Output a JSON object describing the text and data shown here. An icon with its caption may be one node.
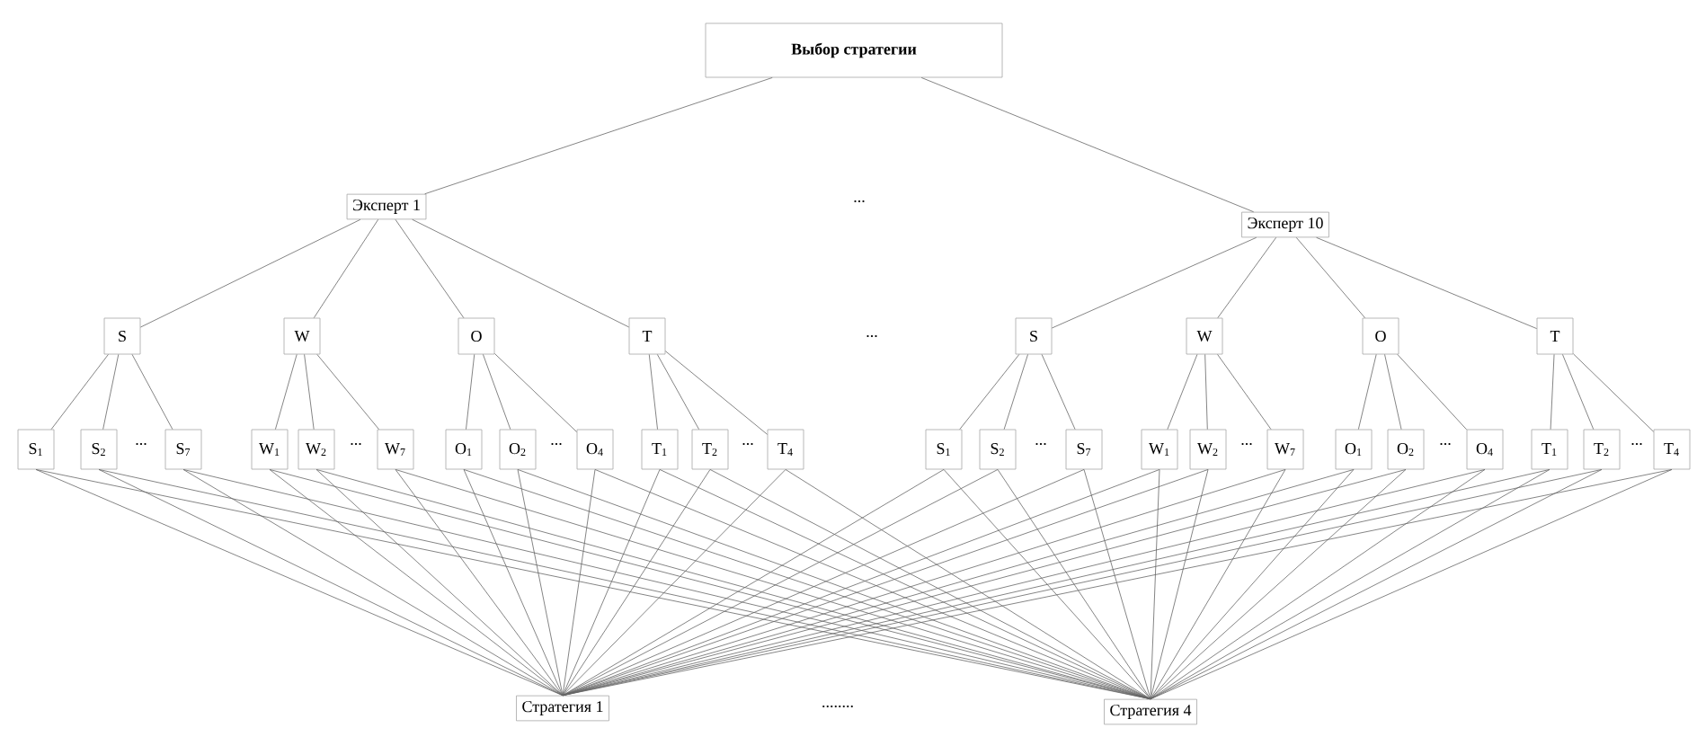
{
  "diagram": {
    "nodes": [
      {
        "text": [
          "Выбор стратегии"
        ]
      },
      {
        "text": [
          "Эксперт 1"
        ]
      },
      {
        "text": [
          "Эксперт 10"
        ]
      },
      {
        "text": [
          "S"
        ]
      },
      {
        "text": [
          "W"
        ]
      },
      {
        "text": [
          "O"
        ]
      },
      {
        "text": [
          "T"
        ]
      },
      {
        "text": [
          "S"
        ]
      },
      {
        "text": [
          "W"
        ]
      },
      {
        "text": [
          "O"
        ]
      },
      {
        "text": [
          "T"
        ]
      },
      {
        "text": [
          "S$_{1}$"
        ]
      },
      {
        "text": [
          "S$_{2}$"
        ]
      },
      {
        "text": [
          "S$_{7}$"
        ]
      },
      {
        "text": [
          "W$_{1}$"
        ]
      },
      {
        "text": [
          "W$_{2}$"
        ]
      },
      {
        "text": [
          "W$_{7}$"
        ]
      },
      {
        "text": [
          "O$_{1}$"
        ]
      },
      {
        "text": [
          "O$_{2}$"
        ]
      },
      {
        "text": [
          "O$_{4}$"
        ]
      },
      {
        "text": [
          "T$_{1}$"
        ]
      },
      {
        "text": [
          "T$_{2}$"
        ]
      },
      {
        "text": [
          "T$_{4}$"
        ]
      },
      {
        "text": [
          "S$_{1}$"
        ]
      },
      {
        "text": [
          "S$_{2}$"
        ]
      },
      {
        "text": [
          "S$_{7}$"
        ]
      },
      {
        "text": [
          "W$_{1}$"
        ]
      },
      {
        "text": [
          "W$_{2}$"
        ]
      },
      {
        "text": [
          "W$_{7}$"
        ]
      },
      {
        "text": [
          "O$_{1}$"
        ]
      },
      {
        "text": [
          "O$_{2}$"
        ]
      },
      {
        "text": [
          "O$_{4}$"
        ]
      },
      {
        "text": [
          "T$_{1}$"
        ]
      },
      {
        "text": [
          "T$_{2}$"
        ]
      },
      {
        "text": [
          "T$_{4}$"
        ]
      },
      {
        "text": [
          "Стратегия 1"
        ]
      },
      {
        "text": [
          "Стратегия 4"
        ]
      }
    ],
    "edges": [
      {
        "from": 0,
        "to": 1,
        "arrow": "none"
      },
      {
        "from": 0,
        "to": 2,
        "arrow": "none"
      },
      {
        "from": 1,
        "to": 3,
        "arrow": "none"
      },
      {
        "from": 1,
        "to": 4,
        "arrow": "none"
      },
      {
        "from": 1,
        "to": 5,
        "arrow": "none"
      },
      {
        "from": 1,
        "to": 6,
        "arrow": "none"
      },
      {
        "from": 2,
        "to": 7,
        "arrow": "none"
      },
      {
        "from": 2,
        "to": 8,
        "arrow": "none"
      },
      {
        "from": 2,
        "to": 9,
        "arrow": "none"
      },
      {
        "from": 2,
        "to": 10,
        "arrow": "none"
      },
      {
        "from": 3,
        "to": 11,
        "arrow": "none"
      },
      {
        "from": 3,
        "to": 12,
        "arrow": "none"
      },
      {
        "from": 3,
        "to": 13,
        "arrow": "none"
      },
      {
        "from": 4,
        "to": 14,
        "arrow": "none"
      },
      {
        "from": 4,
        "to": 15,
        "arrow": "none"
      },
      {
        "from": 4,
        "to": 16,
        "arrow": "none"
      },
      {
        "from": 5,
        "to": 17,
        "arrow": "none"
      },
      {
        "from": 5,
        "to": 18,
        "arrow": "none"
      },
      {
        "from": 5,
        "to": 19,
        "arrow": "none"
      },
      {
        "from": 6,
        "to": 20,
        "arrow": "none"
      },
      {
        "from": 6,
        "to": 21,
        "arrow": "none"
      },
      {
        "from": 6,
        "to": 22,
        "arrow": "none"
      },
      {
        "from": 7,
        "to": 23,
        "arrow": "none"
      },
      {
        "from": 7,
        "to": 24,
        "arrow": "none"
      },
      {
        "from": 7,
        "to": 25,
        "arrow": "none"
      },
      {
        "from": 8,
        "to": 26,
        "arrow": "none"
      },
      {
        "from": 8,
        "to": 27,
        "arrow": "none"
      },
      {
        "from": 8,
        "to": 28,
        "arrow": "none"
      },
      {
        "from": 9,
        "to": 29,
        "arrow": "none"
      },
      {
        "from": 9,
        "to": 30,
        "arrow": "none"
      },
      {
        "from": 9,
        "to": 31,
        "arrow": "none"
      },
      {
        "from": 10,
        "to": 32,
        "arrow": "none"
      },
      {
        "from": 10,
        "to": 33,
        "arrow": "none"
      },
      {
        "from": 10,
        "to": 34,
        "arrow": "none"
      },
      {
        "from": 11,
        "to": 35,
        "arrow": "none"
      },
      {
        "from": 11,
        "to": 36,
        "arrow": "none"
      },
      {
        "from": 12,
        "to": 35,
        "arrow": "none"
      },
      {
        "from": 12,
        "to": 36,
        "arrow": "none"
      },
      {
        "from": 13,
        "to": 35,
        "arrow": "none"
      },
      {
        "from": 13,
        "to": 36,
        "arrow": "none"
      },
      {
        "from": 14,
        "to": 35,
        "arrow": "none"
      },
      {
        "from": 14,
        "to": 36,
        "arrow": "none"
      },
      {
        "from": 15,
        "to": 35,
        "arrow": "none"
      },
      {
        "from": 15,
        "to": 36,
        "arrow": "none"
      },
      {
        "from": 16,
        "to": 35,
        "arrow": "none"
      },
      {
        "from": 16,
        "to": 36,
        "arrow": "none"
      },
      {
        "from": 17,
        "to": 35,
        "arrow": "none"
      },
      {
        "from": 17,
        "to": 36,
        "arrow": "none"
      },
      {
        "from": 18,
        "to": 35,
        "arrow": "none"
      },
      {
        "from": 18,
        "to": 36,
        "arrow": "none"
      },
      {
        "from": 19,
        "to": 35,
        "arrow": "none"
      },
      {
        "from": 19,
        "to": 36,
        "arrow": "none"
      },
      {
        "from": 20,
        "to": 35,
        "arrow": "none"
      },
      {
        "from": 20,
        "to": 36,
        "arrow": "none"
      },
      {
        "from": 21,
        "to": 35,
        "arrow": "none"
      },
      {
        "from": 21,
        "to": 36,
        "arrow": "none"
      },
      {
        "from": 22,
        "to": 35,
        "arrow": "none"
      },
      {
        "from": 22,
        "to": 36,
        "arrow": "none"
      },
      {
        "from": 23,
        "to": 35,
        "arrow": "none"
      },
      {
        "from": 23,
        "to": 36,
        "arrow": "none"
      },
      {
        "from": 24,
        "to": 35,
        "arrow": "none"
      },
      {
        "from": 24,
        "to": 36,
        "arrow": "none"
      },
      {
        "from": 25,
        "to": 35,
        "arrow": "none"
      },
      {
        "from": 25,
        "to": 36,
        "arrow": "none"
      },
      {
        "from": 26,
        "to": 35,
        "arrow": "none"
      },
      {
        "from": 26,
        "to": 36,
        "arrow": "none"
      },
      {
        "from": 27,
        "to": 35,
        "arrow": "none"
      },
      {
        "from": 27,
        "to": 36,
        "arrow": "none"
      },
      {
        "from": 28,
        "to": 35,
        "arrow": "none"
      },
      {
        "from": 28,
        "to": 36,
        "arrow": "none"
      },
      {
        "from": 29,
        "to": 35,
        "arrow": "none"
      },
      {
        "from": 29,
        "to": 36,
        "arrow": "none"
      },
      {
        "from": 30,
        "to": 35,
        "arrow": "none"
      },
      {
        "from": 30,
        "to": 36,
        "arrow": "none"
      },
      {
        "from": 31,
        "to": 35,
        "arrow": "none"
      },
      {
        "from": 31,
        "to": 36,
        "arrow": "none"
      },
      {
        "from": 32,
        "to": 35,
        "arrow": "none"
      },
      {
        "from": 32,
        "to": 36,
        "arrow": "none"
      },
      {
        "from": 33,
        "to": 35,
        "arrow": "none"
      },
      {
        "from": 33,
        "to": 36,
        "arrow": "none"
      },
      {
        "from": 34,
        "to": 35,
        "arrow": "none"
      },
      {
        "from": 34,
        "to": 36,
        "arrow": "none"
      }
    ],
    "labels": [
      "...",
      "...",
      "...",
      "...",
      "...",
      "...",
      "...",
      "...",
      "...",
      "...",
      "........"
    ]
  }
}
